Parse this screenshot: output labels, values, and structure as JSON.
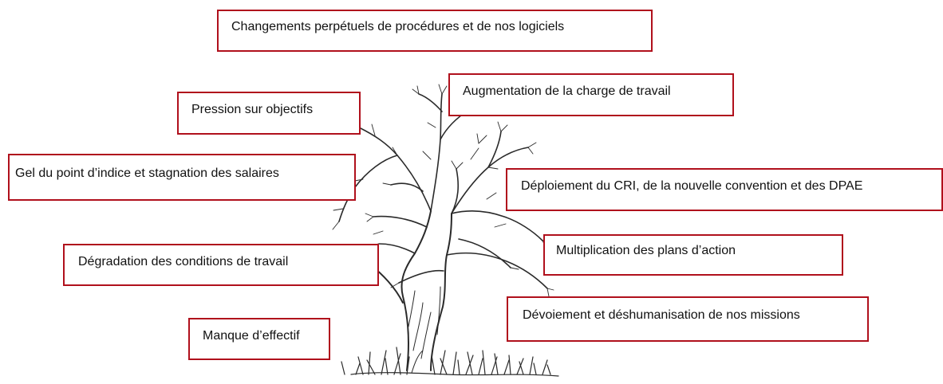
{
  "diagram": {
    "labels": [
      "Changements perpétuels de procédures et de nos logiciels",
      "Augmentation de la charge de travail",
      "Pression sur objectifs",
      "Gel du point d’indice et stagnation des salaires",
      "Déploiement du CRI, de la nouvelle convention et des DPAE",
      "Dégradation des conditions de travail",
      "Multiplication des plans d’action",
      "Dévoiement et déshumanisation de nos missions",
      "Manque d’effectif"
    ],
    "colors": {
      "box_border": "#b0101c",
      "text": "#111111",
      "ink": "#2a2a2a"
    }
  }
}
